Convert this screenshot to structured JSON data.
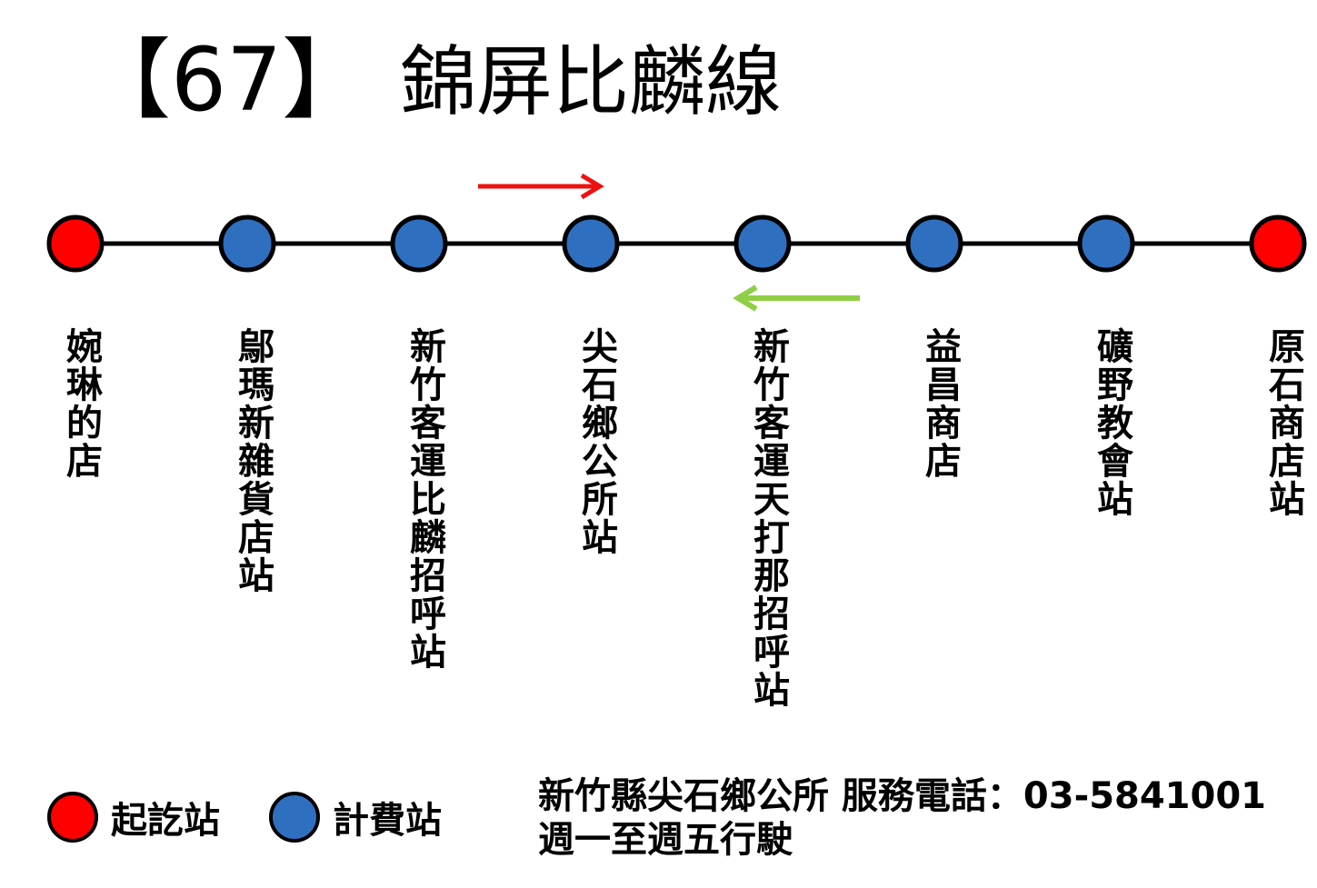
{
  "route": {
    "number": "【67】",
    "name": "錦屏比麟線"
  },
  "colors": {
    "terminal": "#ff0000",
    "fare_stop": "#2e6fc0",
    "outbound_arrow": "#ee1111",
    "inbound_arrow": "#8fcf45",
    "line": "#000000"
  },
  "stations": [
    {
      "name": "婉琳的店",
      "type": "terminal"
    },
    {
      "name": "鄔瑪新雜貨店站",
      "type": "fare_stop"
    },
    {
      "name": "新竹客運比麟招呼站",
      "type": "fare_stop"
    },
    {
      "name": "尖石鄉公所站",
      "type": "fare_stop"
    },
    {
      "name": "新竹客運天打那招呼站",
      "type": "fare_stop"
    },
    {
      "name": "益昌商店",
      "type": "fare_stop"
    },
    {
      "name": "礦野教會站",
      "type": "fare_stop"
    },
    {
      "name": "原石商店站",
      "type": "terminal"
    }
  ],
  "legend": {
    "terminal_label": "起訖站",
    "fare_stop_label": "計費站"
  },
  "info": {
    "line1": "新竹縣尖石鄉公所 服務電話：03-5841001",
    "line2": "週一至週五行駛"
  }
}
